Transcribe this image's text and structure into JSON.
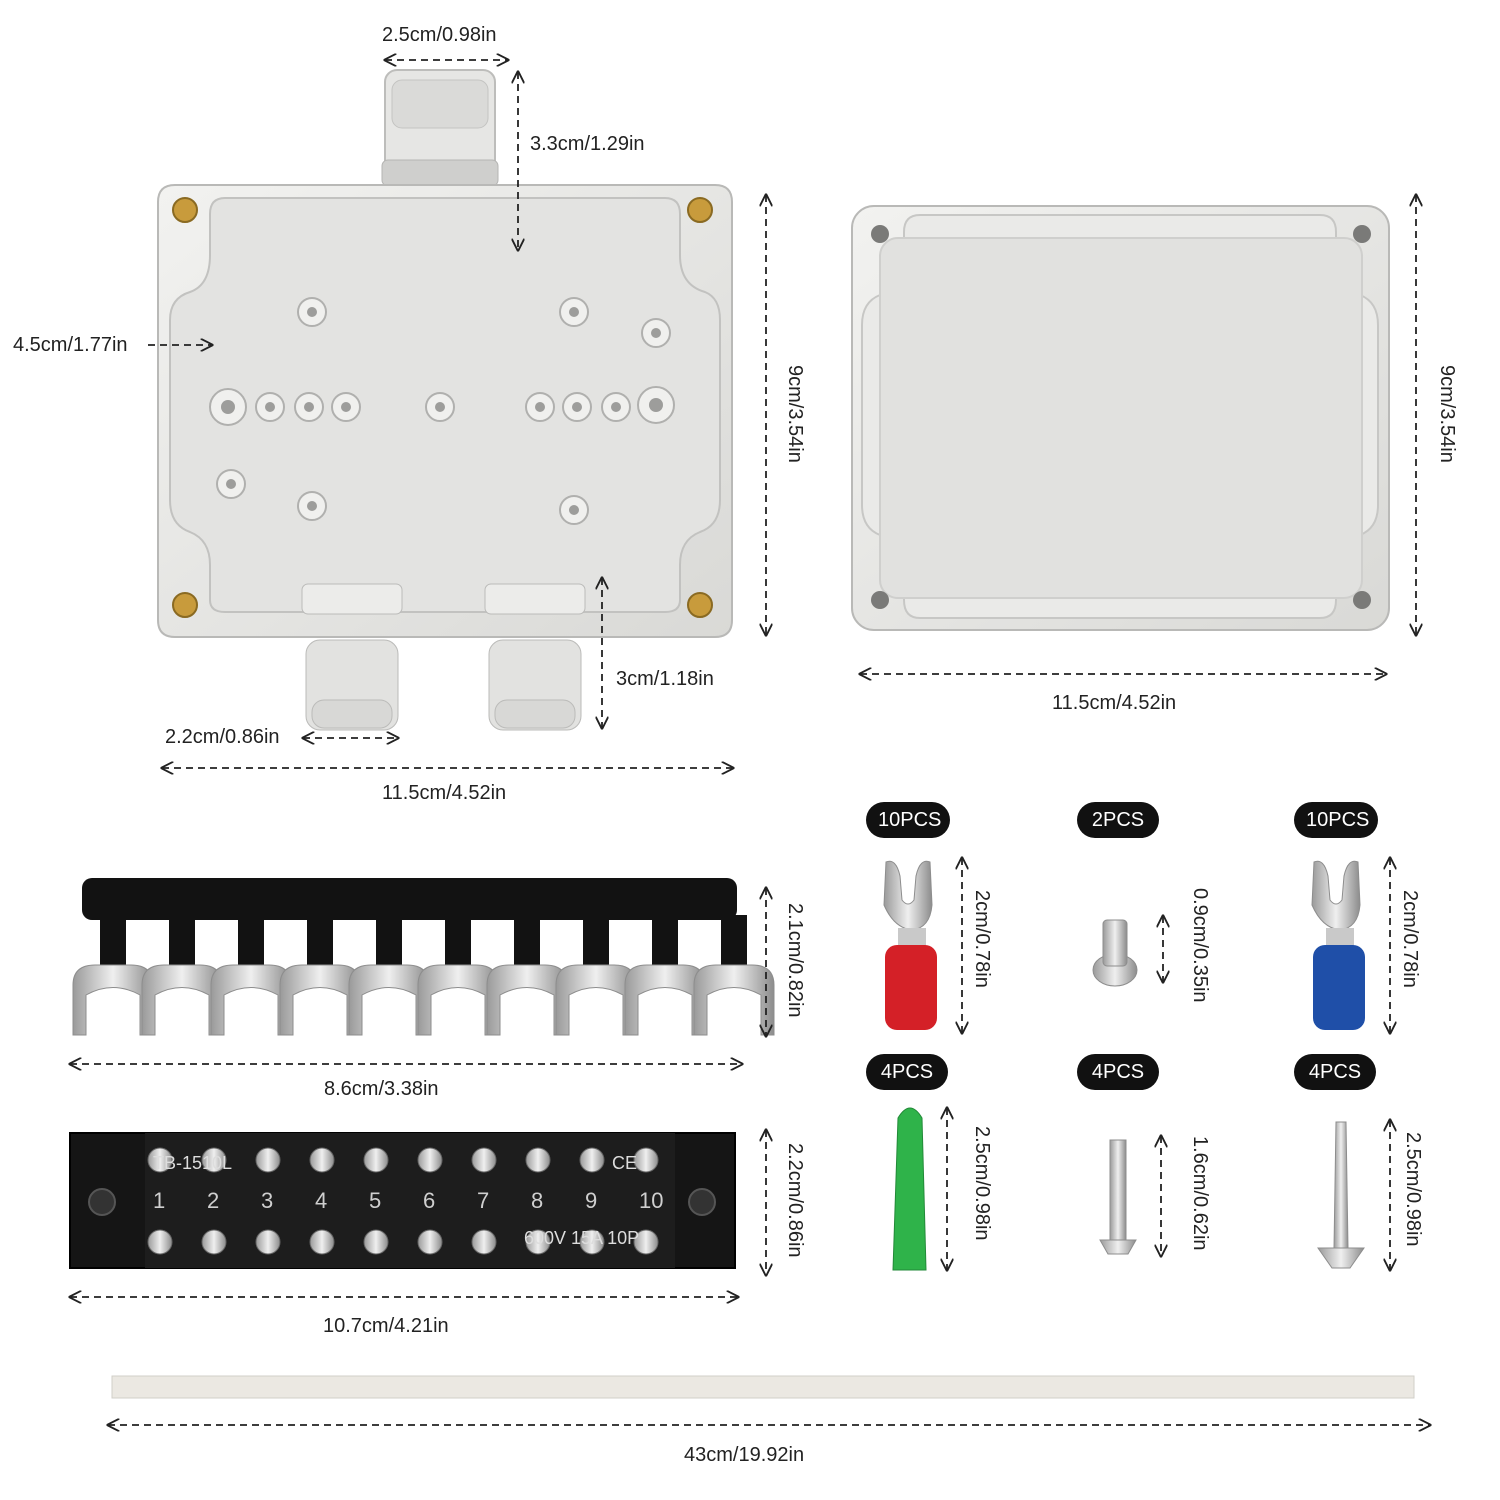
{
  "dimensions": {
    "gland_width_top": "2.5cm/0.98in",
    "gland_height_top": "3.3cm/1.29in",
    "box_depth": "4.5cm/1.77in",
    "box_height": "9cm/3.54in",
    "lid_height": "9cm/3.54in",
    "gland_height_bottom": "3cm/1.18in",
    "gland_width_bottom": "2.2cm/0.86in",
    "box_width": "11.5cm/4.52in",
    "lid_width": "11.5cm/4.52in",
    "jumper_height": "2.1cm/0.82in",
    "jumper_width": "8.6cm/3.38in",
    "terminal_height": "2.2cm/0.86in",
    "terminal_width": "10.7cm/4.21in",
    "rod_length": "43cm/19.92in",
    "red_terminal_len": "2cm/0.78in",
    "screw_small_len": "0.9cm/0.35in",
    "blue_terminal_len": "2cm/0.78in",
    "anchor_len": "2.5cm/0.98in",
    "machine_screw_len": "1.6cm/0.62in",
    "wood_screw_len": "2.5cm/0.98in"
  },
  "quantities": {
    "red_terminals": "10PCS",
    "small_screws": "2PCS",
    "blue_terminals": "10PCS",
    "anchors": "4PCS",
    "machine_screws": "4PCS",
    "wood_screws": "4PCS"
  },
  "terminal_block": {
    "model": "TB-1510L",
    "rating": "600V 15A 10P",
    "ce_mark": "CE",
    "positions": [
      "1",
      "2",
      "3",
      "4",
      "5",
      "6",
      "7",
      "8",
      "9",
      "10"
    ]
  },
  "colors": {
    "box_plastic": "#e4e4e2",
    "red_sleeve": "#d42027",
    "blue_sleeve": "#1f4fa8",
    "green_anchor": "#2fb34a",
    "terminal_black": "#151515",
    "badge": "#111111"
  }
}
